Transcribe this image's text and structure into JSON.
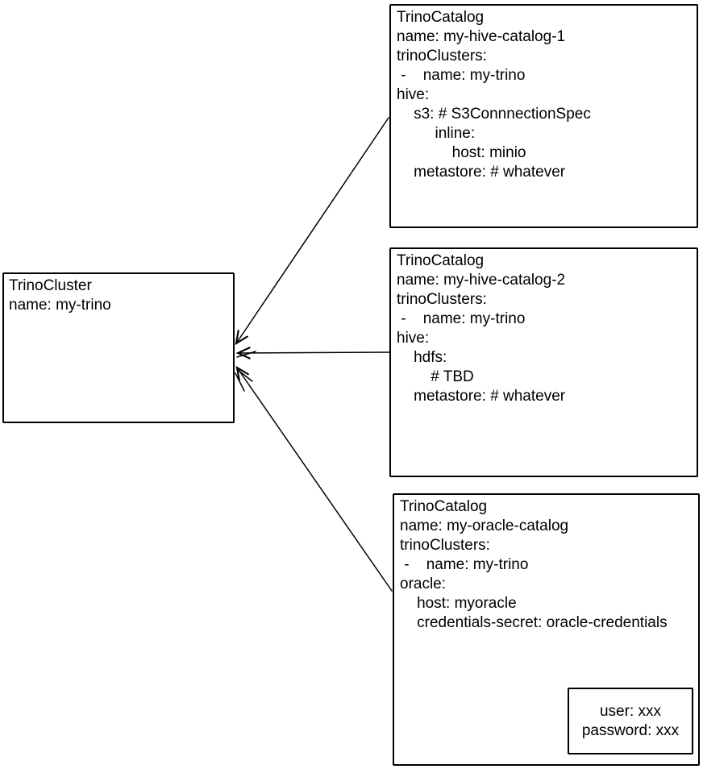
{
  "diagram": {
    "background_color": "#ffffff",
    "stroke_color": "#000000",
    "text_color": "#000000",
    "cluster_node": {
      "lines": [
        "TrinoCluster",
        "name: my-trino"
      ]
    },
    "catalog_nodes": [
      {
        "lines": [
          "TrinoCatalog",
          "name: my-hive-catalog-1",
          "trinoClusters:",
          " -    name: my-trino",
          "hive:",
          "    s3: # S3ConnnectionSpec",
          "         inline:",
          "             host: minio",
          "    metastore: # whatever"
        ]
      },
      {
        "lines": [
          "TrinoCatalog",
          "name: my-hive-catalog-2",
          "trinoClusters:",
          " -    name: my-trino",
          "hive:",
          "    hdfs:",
          "        # TBD",
          "    metastore: # whatever"
        ]
      },
      {
        "lines": [
          "TrinoCatalog",
          "name: my-oracle-catalog",
          "trinoClusters:",
          " -    name: my-trino",
          "oracle:",
          "    host: myoracle",
          "    credentials-secret: oracle-credentials"
        ]
      }
    ],
    "secret_node": {
      "lines": [
        "user: xxx",
        "password: xxx"
      ]
    }
  }
}
